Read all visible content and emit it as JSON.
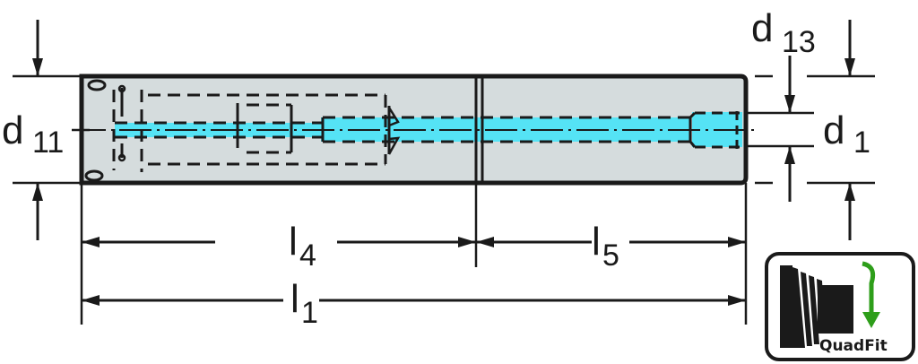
{
  "drawing": {
    "type": "technical-drawing",
    "subject": "tool holder / extension with coolant channel",
    "colors": {
      "body_fill": "#d5dcdd",
      "coolant": "#55e3f5",
      "line": "#1a1a1a",
      "badge_arrow": "#2e9e1a",
      "background": "#ffffff"
    }
  },
  "dimensions": {
    "d11": {
      "symbol": "d",
      "index": "11"
    },
    "d13": {
      "symbol": "d",
      "index": "13"
    },
    "d1": {
      "symbol": "d",
      "index": "1"
    },
    "l4": {
      "symbol": "l",
      "index": "4"
    },
    "l5": {
      "symbol": "l",
      "index": "5"
    },
    "l1": {
      "symbol": "l",
      "index": "1"
    }
  },
  "badge": {
    "label": "QuadFit",
    "icon": "quadfit-thread-icon"
  }
}
